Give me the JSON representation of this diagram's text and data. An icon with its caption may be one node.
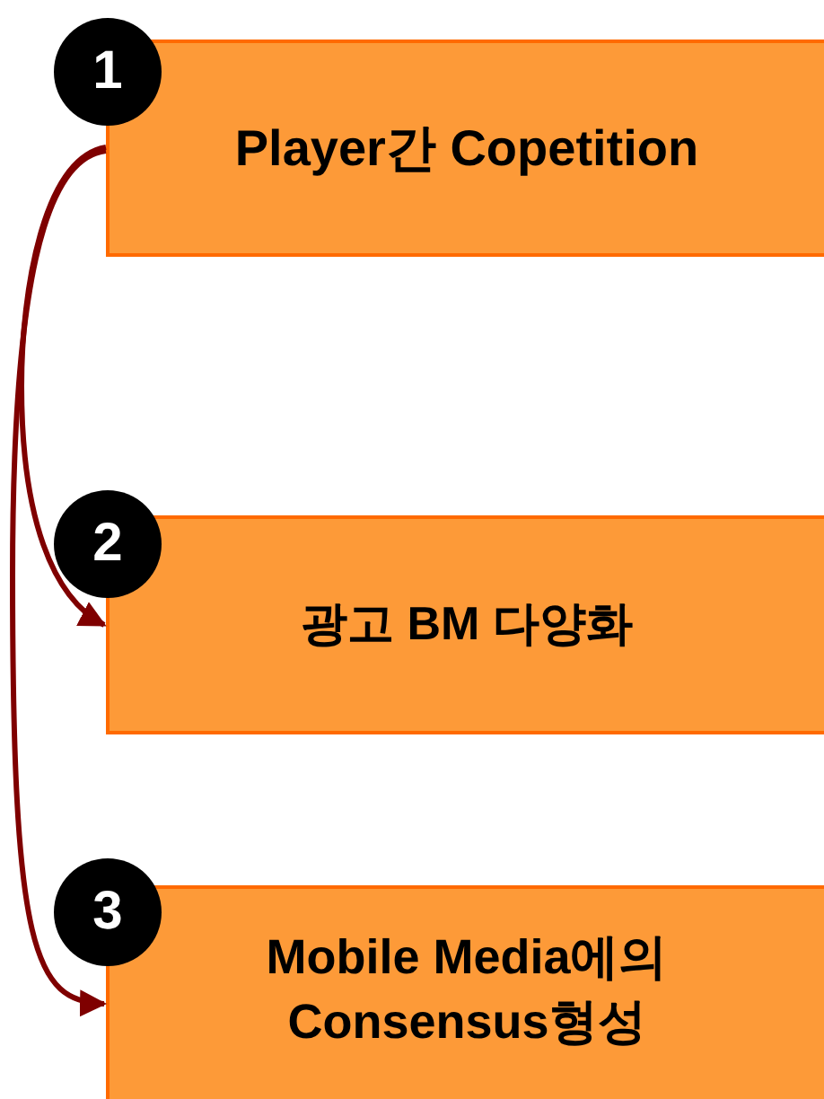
{
  "diagram": {
    "nodes": [
      {
        "text": [
          "1"
        ]
      },
      {
        "text": [
          "Player간 Copetition"
        ]
      },
      {
        "text": [
          "2"
        ]
      },
      {
        "text": [
          "광고 BM 다양화"
        ]
      },
      {
        "text": [
          "3"
        ]
      },
      {
        "text": [
          "Mobile Media에의 Consensus형성"
        ]
      }
    ],
    "edges": [
      {
        "from": 1,
        "to": 3,
        "arrow": "to"
      },
      {
        "from": 1,
        "to": 5,
        "arrow": "to"
      }
    ]
  }
}
